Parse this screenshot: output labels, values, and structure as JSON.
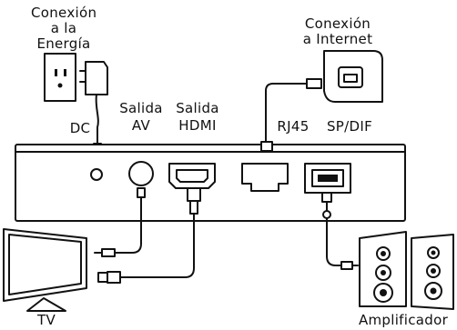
{
  "labels": {
    "power_line1": "Conexión",
    "power_line2": "a la Energía",
    "internet_line1": "Conexión",
    "internet_line2": "a Internet",
    "dc": "DC",
    "av_line1": "Salida",
    "av_line2": "AV",
    "hdmi_line1": "Salida",
    "hdmi_line2": "HDMI",
    "rj45": "RJ45",
    "spdif": "SP/DIF",
    "tv": "TV",
    "amplifier": "Amplificador"
  }
}
